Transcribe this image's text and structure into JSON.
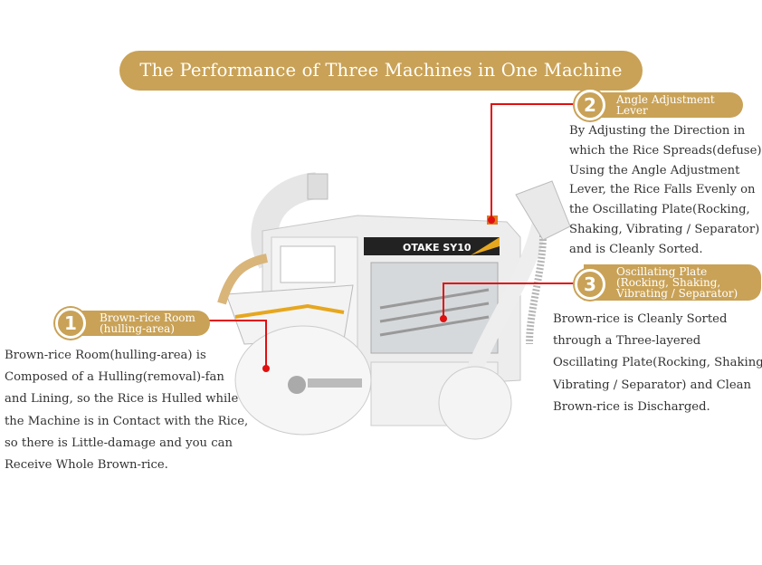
{
  "title": "The Performance of Three Machines in One Machine",
  "machine": {
    "brand_label": "OTAKE SY10"
  },
  "callouts": [
    {
      "number": "1",
      "label_lines": [
        "Brown-rice Room",
        "(hulling-area)"
      ],
      "description_lines": [
        "Brown-rice Room(hulling-area) is",
        "Composed of a Hulling(removal)-fan",
        "and Lining, so the Rice is Hulled while",
        "the Machine is in Contact with the Rice,",
        "so there is Little-damage and you can",
        "Receive Whole Brown-rice."
      ]
    },
    {
      "number": "2",
      "label_lines": [
        "Angle Adjustment",
        "Lever"
      ],
      "description_lines": [
        "By Adjusting the Direction in",
        "which the Rice Spreads(defuse)",
        "Using the Angle Adjustment",
        "Lever, the Rice Falls Evenly on",
        "the Oscillating Plate(Rocking,",
        "Shaking, Vibrating / Separator)",
        "and is Cleanly Sorted."
      ]
    },
    {
      "number": "3",
      "label_lines": [
        "Oscillating Plate",
        "(Rocking, Shaking,",
        "Vibrating / Separator)"
      ],
      "description_lines": [
        "Brown-rice is Cleanly Sorted",
        "through a Three-layered",
        "Oscillating Plate(Rocking, Shaking,",
        "Vibrating / Separator) and Clean",
        "Brown-rice is Discharged."
      ]
    }
  ],
  "colors": {
    "gold": "#c9a257",
    "callout_line": "#e01010"
  }
}
